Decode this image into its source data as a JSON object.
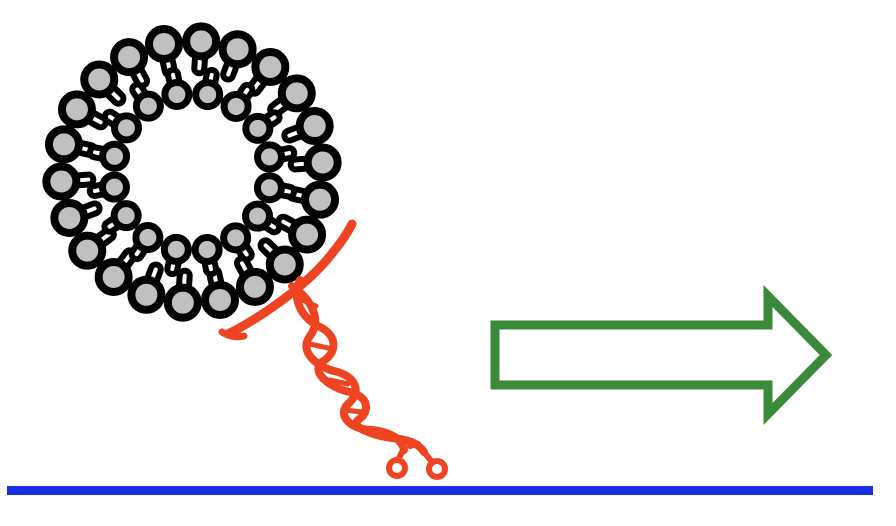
{
  "diagram": {
    "vesicle": {
      "lipid_headgroup_fill": "#c0c0c0",
      "lipid_outline_color": "#000000",
      "outer_leaflet_count": 22,
      "inner_leaflet_count": 16
    },
    "tether": {
      "color": "#ee4422",
      "description_icon": "dna-double-helix-icon"
    },
    "arrow": {
      "color": "#3a8a3a",
      "direction": "right",
      "icon": "arrow-right-icon"
    },
    "surface": {
      "color": "#1a2ee8",
      "icon": "surface-line"
    },
    "background": "#ffffff"
  }
}
